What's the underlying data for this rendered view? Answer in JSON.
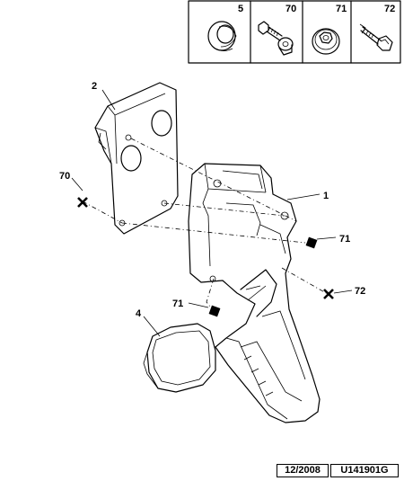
{
  "legend": [
    {
      "ref": "5"
    },
    {
      "ref": "70"
    },
    {
      "ref": "71"
    },
    {
      "ref": "72"
    }
  ],
  "callouts": {
    "c1": "1",
    "c2": "2",
    "c4": "4",
    "c70": "70",
    "c71a": "71",
    "c71b": "71",
    "c72": "72"
  },
  "footer": {
    "date": "12/2008",
    "code": "U141901G"
  }
}
